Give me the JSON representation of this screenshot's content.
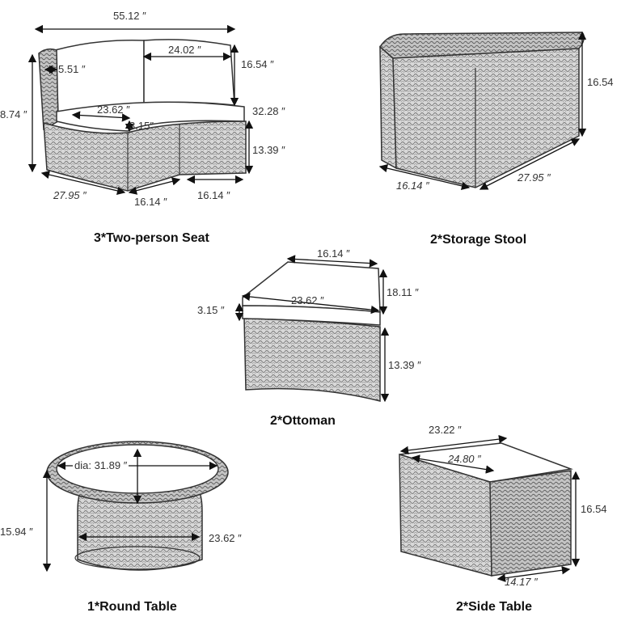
{
  "seat": {
    "caption": "3*Two-person Seat",
    "width": "55.12",
    "back_height": "24.02",
    "back_height2": "16.54",
    "arm": "5.51",
    "total_height": "8.74",
    "depth": "23.62",
    "side_depth": "32.28",
    "cushion": "3.15",
    "seat_height": "13.39",
    "side_len": "27.95",
    "front_a": "16.14",
    "front_b": "16.14"
  },
  "stool": {
    "caption": "2*Storage Stool",
    "height": "16.54",
    "depth": "16.14",
    "length": "27.95"
  },
  "ottoman": {
    "caption": "2*Ottoman",
    "top_width": "16.14",
    "depth": "23.62",
    "side": "18.11",
    "cushion": "3.15",
    "height": "13.39"
  },
  "round_table": {
    "caption": "1*Round Table",
    "diameter": "dia: 31.89",
    "height": "15.94",
    "base": "23.62"
  },
  "side_table": {
    "caption": "2*Side Table",
    "top": "23.22",
    "diag": "24.80",
    "height": "16.54",
    "depth": "14.17"
  },
  "inch_mark": "″"
}
